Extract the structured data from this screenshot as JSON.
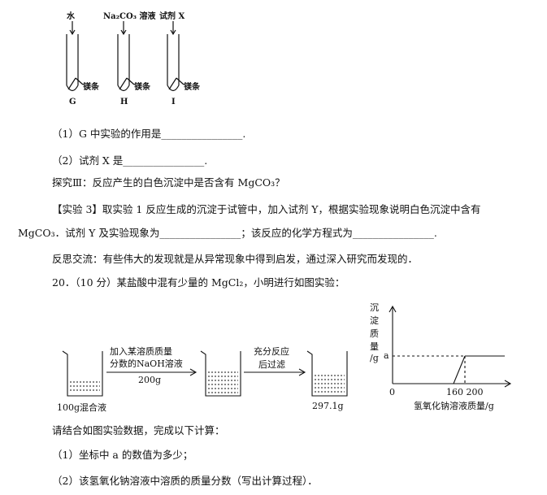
{
  "figure_top": {
    "reagent_water": "水",
    "reagent_na2co3": "Na₂CO₃ 溶液",
    "reagent_x": "试剂 X",
    "mg_label": "镁条",
    "tube_g": "G",
    "tube_h": "H",
    "tube_i": "I"
  },
  "questions_a": {
    "q1": "（1）G 中实验的作用是________________.",
    "q2": "（2）试剂 X 是________________.",
    "inquiry3": "探究Ⅲ：反应产生的白色沉淀中是否含有 MgCO₃？",
    "exp3_line1": "【实验 3】取实验 1 反应生成的沉淀于试管中，加入试剂 Y，根据实验现象说明白色沉淀中含有",
    "exp3_line2": "MgCO₃．试剂 Y 及实验现象为________________；该反应的化学方程式为________________.",
    "reflection": "反思交流：有些伟大的发现就是从异常现象中得到启发，通过深入研究而发现的．",
    "problem20": "20．（10 分）某盐酸中混有少量的 MgCl₂，小明进行如图实验："
  },
  "figure_bottom": {
    "arrow1_line1": "加入某溶质质量",
    "arrow1_line2": "分数的NaOH溶液",
    "arrow1_line3": "200g",
    "arrow2_line1": "充分反应",
    "arrow2_line2": "后过滤",
    "beaker1_label": "100g混合液",
    "beaker3_label": "297.1g"
  },
  "graph": {
    "ylabel_chars": [
      "沉",
      "淀",
      "质",
      "量",
      "/g"
    ],
    "y_tick": "a",
    "origin": "0",
    "x_ticks": "160 200",
    "xlabel": "氢氧化钠溶液质量/g"
  },
  "questions_b": {
    "instruction": "请结合如图实验数据，完成以下计算：",
    "q1": "（1）坐标中 a 的数值为多少；",
    "q2": "（2）该氢氧化钠溶液中溶质的质量分数（写出计算过程）．"
  }
}
